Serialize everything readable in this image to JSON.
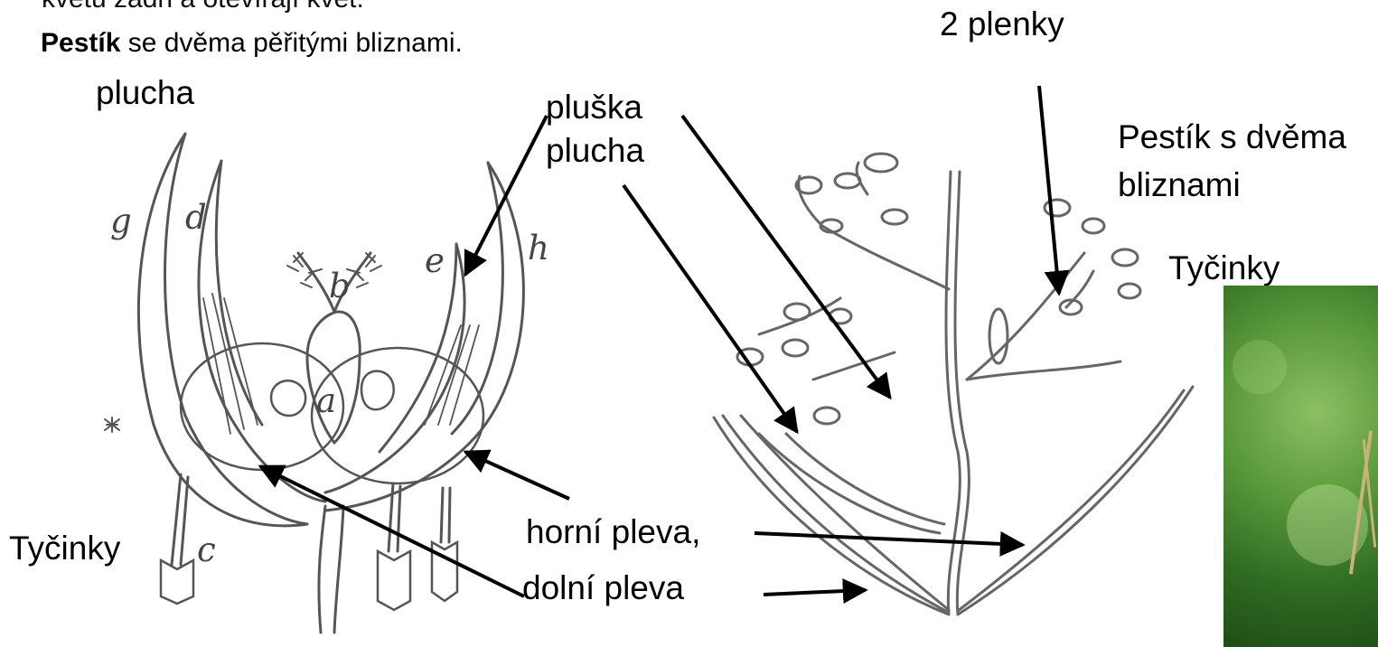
{
  "text": {
    "top_line_partial": "květu žádh a otevírají květ.",
    "pistil_bold": "Pestík",
    "pistil_rest": " se dvěma pěřitými bliznami."
  },
  "left_figure": {
    "label_plucha": "plucha",
    "label_tycinky": "Tyčinky",
    "letters": {
      "g": "g",
      "d": "d",
      "b": "b",
      "e": "e",
      "h": "h",
      "a": "a",
      "c": "c"
    }
  },
  "center_labels": {
    "pluska": "pluška",
    "plucha": "plucha",
    "horni_pleva": "horní pleva,",
    "dolni_pleva": "dolní pleva"
  },
  "right_figure": {
    "label_plenky": "2 plenky",
    "label_pestik_line1": "Pestík s dvěma",
    "label_pestik_line2": "bliznami",
    "label_tycinky": "Tyčinky"
  },
  "colors": {
    "ink": "#000000",
    "sketch": "#555555",
    "photo_green": "#4f8f34"
  }
}
